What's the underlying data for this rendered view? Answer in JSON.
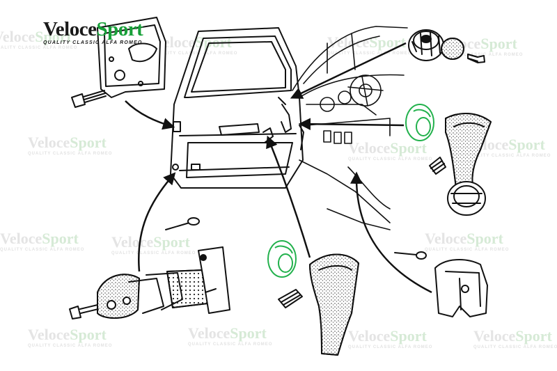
{
  "logo": {
    "brand_part1": "Veloce",
    "brand_part2": "Sport",
    "tagline": "QUALITY CLASSIC ALFA ROMEO",
    "brand_color": "#18a039"
  },
  "watermark": {
    "brand_part1": "Veloce",
    "brand_part2": "Sport",
    "tagline": "QUALITY CLASSIC ALFA ROMEO"
  },
  "highlight_color": "#22b14c",
  "highlighted_parts": [
    "door-pull-cup-washer-upper",
    "door-pull-cup-washer-lower"
  ]
}
